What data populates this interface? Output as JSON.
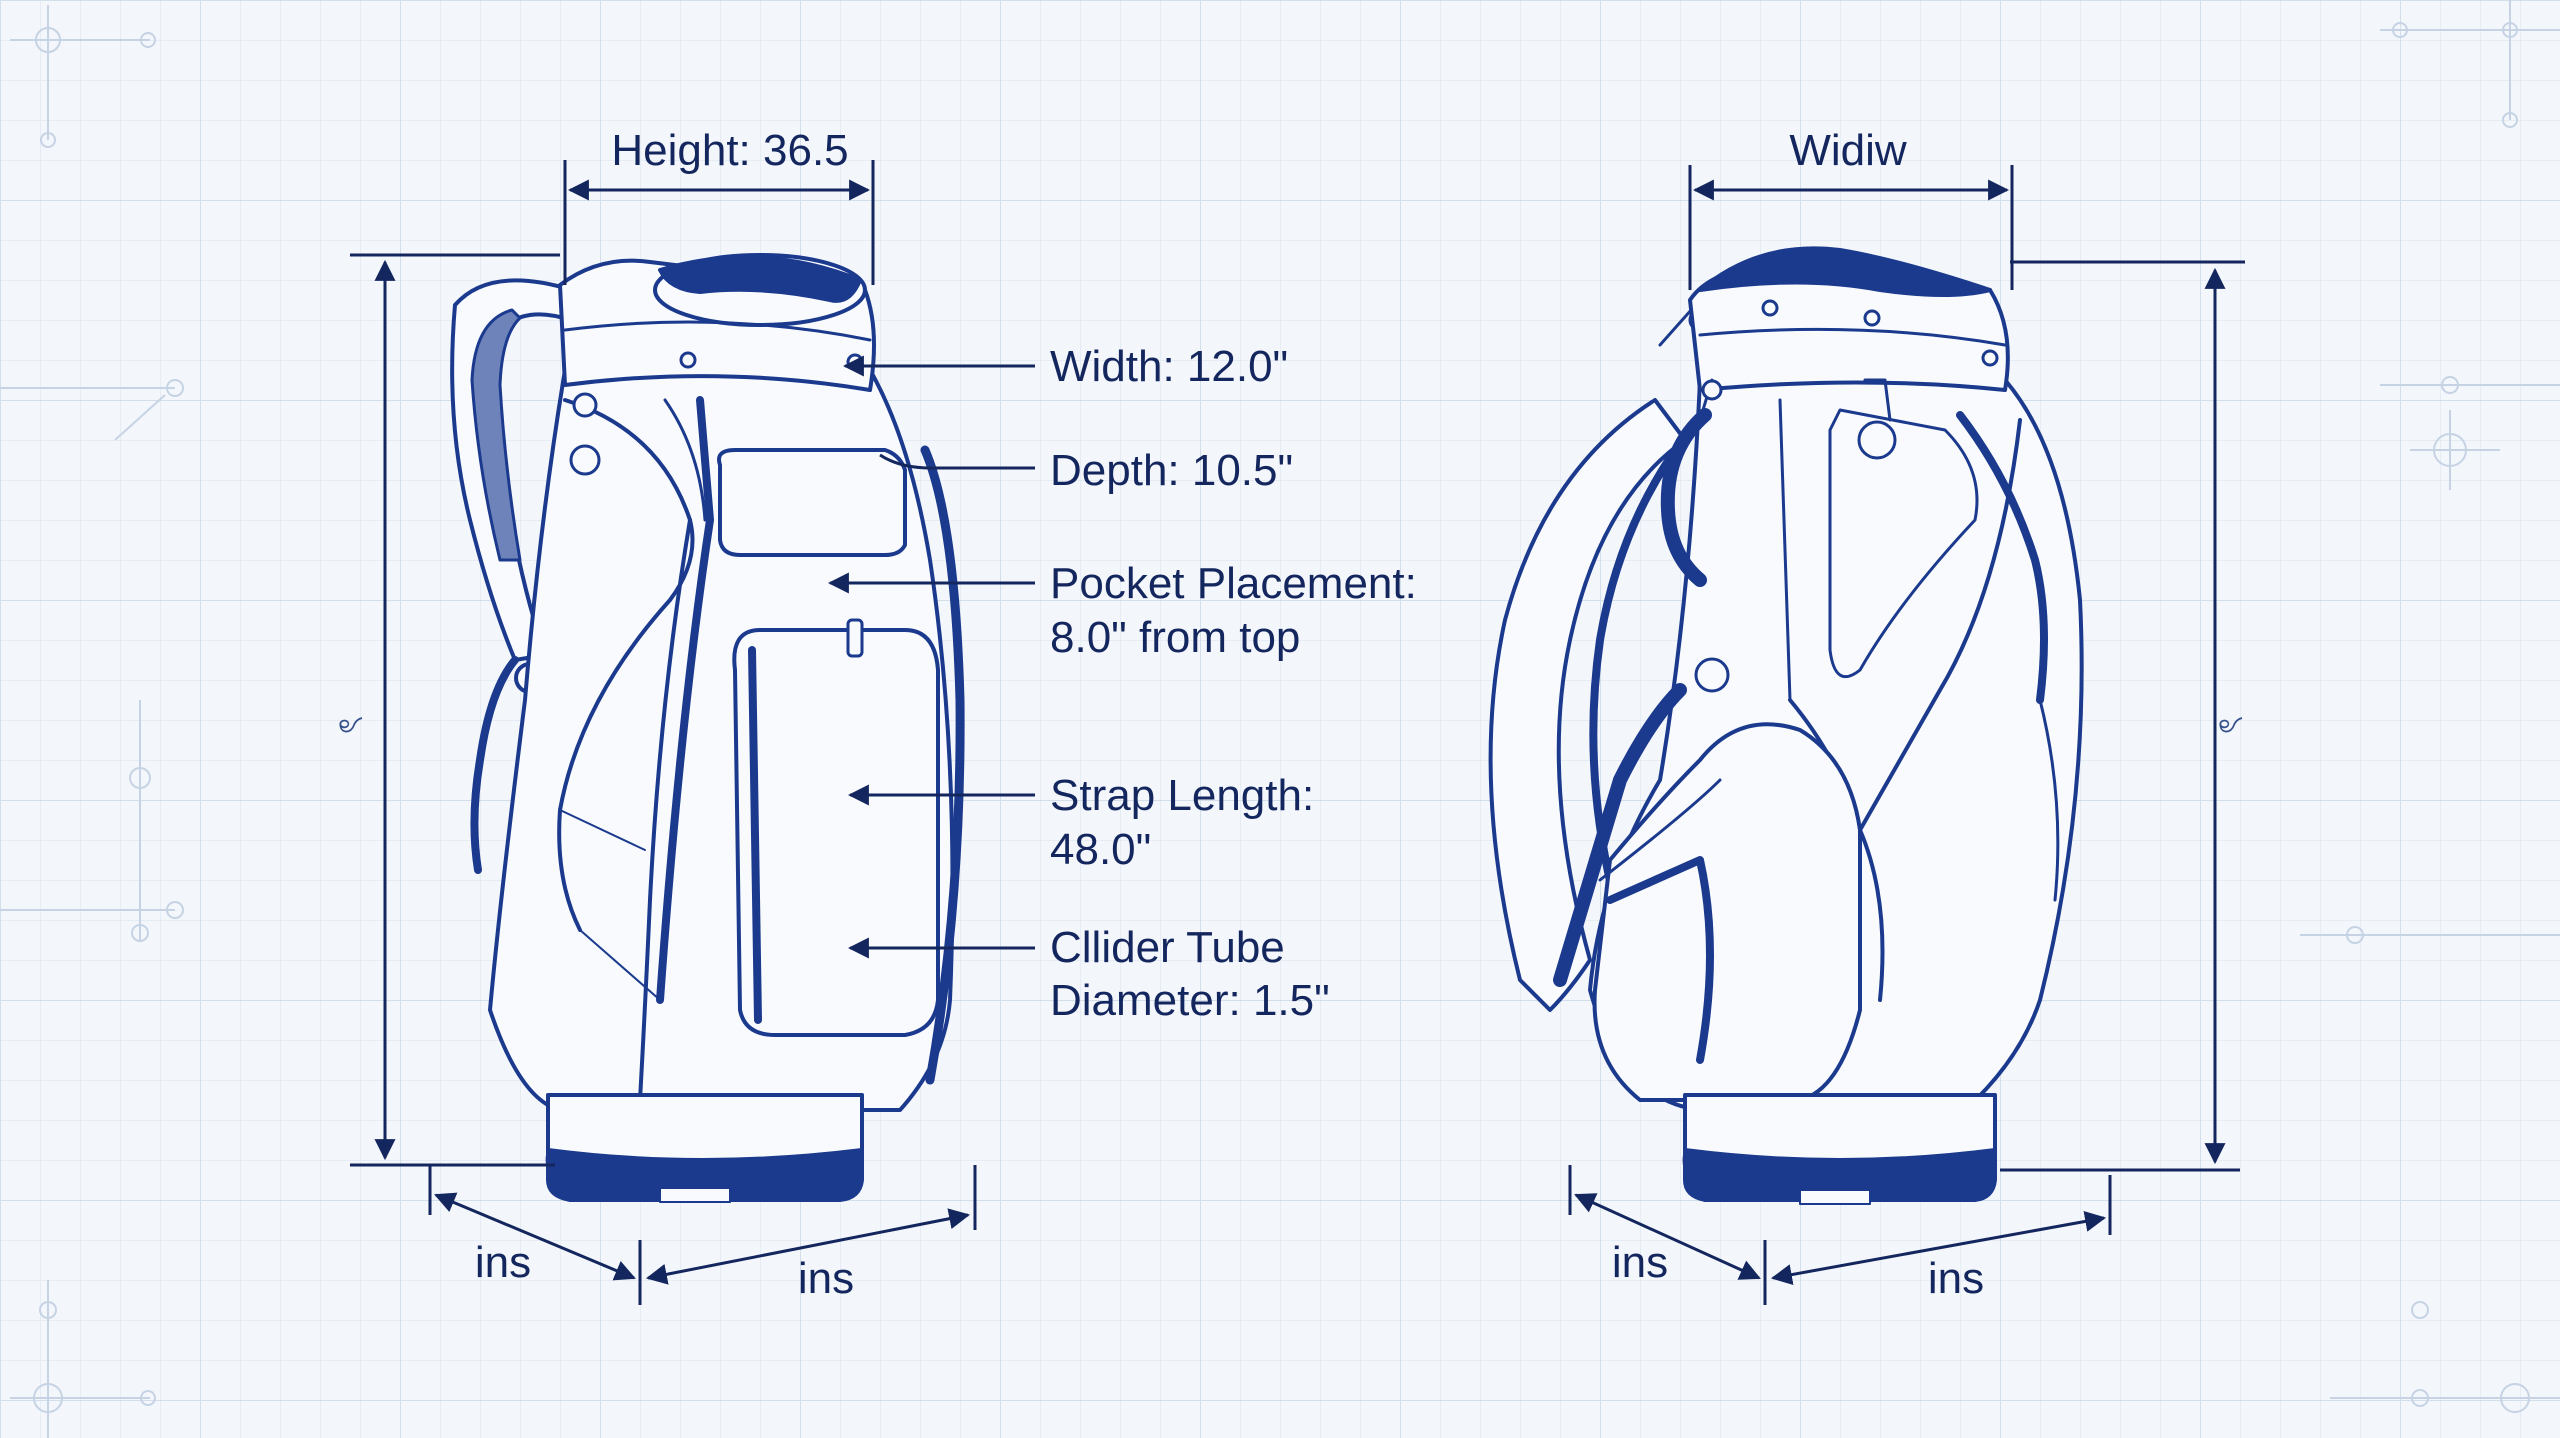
{
  "top_dimensions": {
    "left_height": "Height: 36.5",
    "right_width": "Widiw"
  },
  "callouts": [
    {
      "id": "width",
      "lines": [
        "Width: 12.0\""
      ]
    },
    {
      "id": "depth",
      "lines": [
        "Depth: 10.5\""
      ]
    },
    {
      "id": "pocket",
      "lines": [
        "Pocket Placement:",
        "8.0\" from top"
      ]
    },
    {
      "id": "strap",
      "lines": [
        "Strap Length:",
        "48.0\""
      ]
    },
    {
      "id": "tube",
      "lines": [
        "Cllider Tube",
        "Diameter: 1.5\""
      ]
    }
  ],
  "side_marks": {
    "left": "ৎ",
    "right": "ৎ"
  },
  "base_units": {
    "left_front": "ins",
    "left_side": "ins",
    "right_front": "ins",
    "right_side": "ins"
  },
  "colors": {
    "background": "#f3f6fa",
    "grid": "#dbe4ef",
    "ink": "#1b3a8e",
    "ink_dark": "#14265e",
    "fill": "#f8fafd"
  }
}
